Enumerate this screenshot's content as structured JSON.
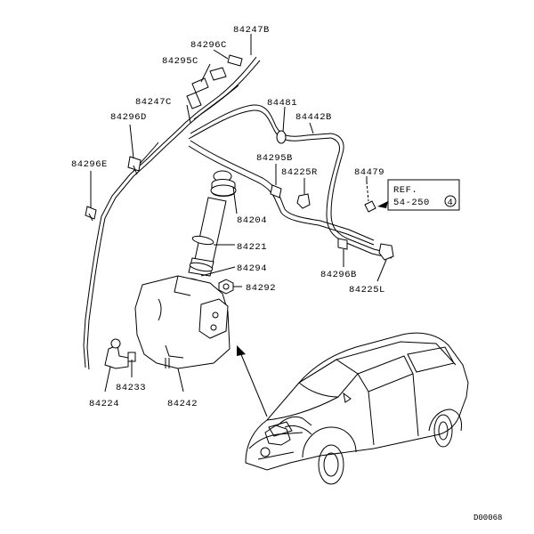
{
  "labels": {
    "p84247B": "84247B",
    "p84296C": "84296C",
    "p84295C": "84295C",
    "p84247C": "84247C",
    "p84296D": "84296D",
    "p84296E": "84296E",
    "p84481": "84481",
    "p84442B": "84442B",
    "p84295B": "84295B",
    "p84225R": "84225R",
    "p84479": "84479",
    "p84204": "84204",
    "p84221": "84221",
    "p84294": "84294",
    "p84292": "84292",
    "p84296B": "84296B",
    "p84225L": "84225L",
    "p84233": "84233",
    "p84224": "84224",
    "p84242": "84242"
  },
  "reference": {
    "line1": "REF.",
    "line2": "54-250",
    "circled": "4"
  },
  "diagram_code": "D00068"
}
